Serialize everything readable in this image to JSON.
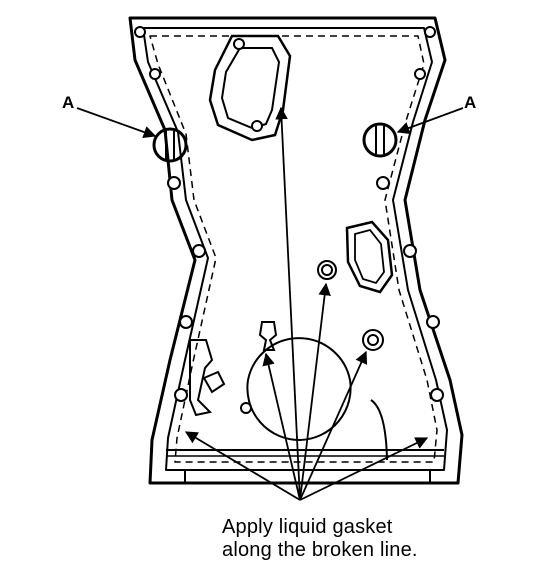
{
  "callouts": {
    "left": "A",
    "right": "A"
  },
  "caption": {
    "line1": "Apply liquid gasket",
    "line2": "along the broken line."
  },
  "colors": {
    "ink": "#000000",
    "background": "#ffffff"
  }
}
